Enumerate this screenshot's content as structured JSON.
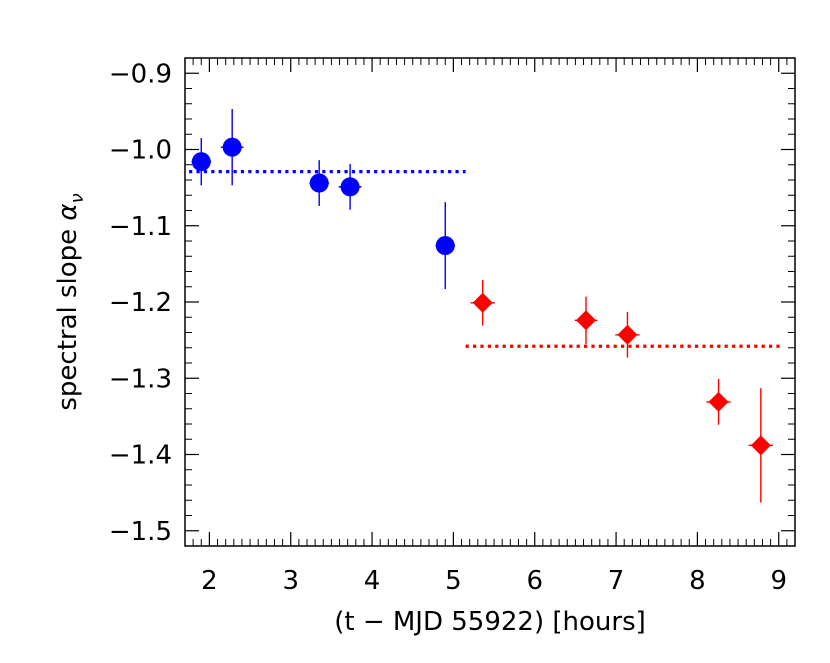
{
  "chart_data": {
    "type": "scatter",
    "xlabel": "(t − MJD 55922) [hours]",
    "ylabel_text": "spectral slope ",
    "ylabel_symbol": "α",
    "ylabel_sub": "ν",
    "xlim": [
      1.7,
      9.2
    ],
    "ylim": [
      -1.52,
      -0.88
    ],
    "xticks": [
      2,
      3,
      4,
      5,
      6,
      7,
      8,
      9
    ],
    "xtick_labels": [
      "2",
      "3",
      "4",
      "5",
      "6",
      "7",
      "8",
      "9"
    ],
    "yticks": [
      -1.5,
      -1.4,
      -1.3,
      -1.2,
      -1.1,
      -1.0,
      -0.9
    ],
    "ytick_labels": [
      "−1.5",
      "−1.4",
      "−1.3",
      "−1.2",
      "−1.1",
      "−1.0",
      "−0.9"
    ],
    "grid": false,
    "series": [
      {
        "marker": "circle",
        "color": "#0000ff",
        "points": [
          {
            "x": 1.9,
            "y": -1.016,
            "xerr": 0.12,
            "yerr": 0.031
          },
          {
            "x": 2.28,
            "y": -0.997,
            "xerr": 0.14,
            "yerr": 0.05
          },
          {
            "x": 3.35,
            "y": -1.044,
            "xerr": 0.12,
            "yerr": 0.03
          },
          {
            "x": 3.73,
            "y": -1.049,
            "xerr": 0.14,
            "yerr": 0.03
          },
          {
            "x": 4.9,
            "y": -1.126,
            "xerr": 0.12,
            "yerr": 0.057
          }
        ],
        "fit": {
          "y": -1.029,
          "x_start": 1.75,
          "x_end": 5.15,
          "style": "dotted"
        }
      },
      {
        "marker": "diamond",
        "color": "#ff0000",
        "points": [
          {
            "x": 5.36,
            "y": -1.201,
            "xerr": 0.15,
            "yerr": 0.03
          },
          {
            "x": 6.63,
            "y": -1.224,
            "xerr": 0.14,
            "yerr": 0.031
          },
          {
            "x": 7.14,
            "y": -1.243,
            "xerr": 0.15,
            "yerr": 0.03
          },
          {
            "x": 8.26,
            "y": -1.331,
            "xerr": 0.15,
            "yerr": 0.03
          },
          {
            "x": 8.78,
            "y": -1.388,
            "xerr": 0.15,
            "yerr": 0.075
          }
        ],
        "fit": {
          "y": -1.258,
          "x_start": 5.15,
          "x_end": 9.05,
          "style": "dotted"
        }
      }
    ]
  }
}
